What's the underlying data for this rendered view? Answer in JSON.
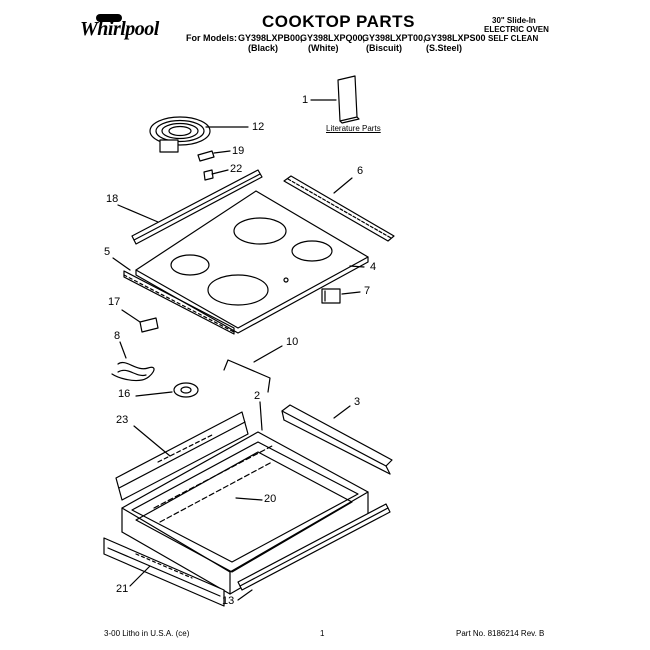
{
  "header": {
    "brand": "Whirlpool",
    "title": "COOKTOP PARTS",
    "models_label": "For Models:",
    "models": [
      "GY398LXPB00,",
      "GY398LXPQ00,",
      "GY398LXPT00,",
      "GY398LXPS00"
    ],
    "finishes": [
      "(Black)",
      "(White)",
      "(Biscuit)",
      "(S.Steel)"
    ],
    "spec": [
      "30\" Slide-In",
      "ELECTRIC OVEN",
      "SELF CLEAN"
    ]
  },
  "diagram": {
    "literature_label": "Literature Parts",
    "callouts": [
      "1",
      "12",
      "19",
      "22",
      "6",
      "18",
      "5",
      "4",
      "7",
      "17",
      "8",
      "10",
      "16",
      "2",
      "3",
      "23",
      "20",
      "21",
      "13"
    ]
  },
  "footer": {
    "left": "3-00 Litho in U.S.A. (ce)",
    "center": "1",
    "right": "Part No. 8186214 Rev. B"
  }
}
